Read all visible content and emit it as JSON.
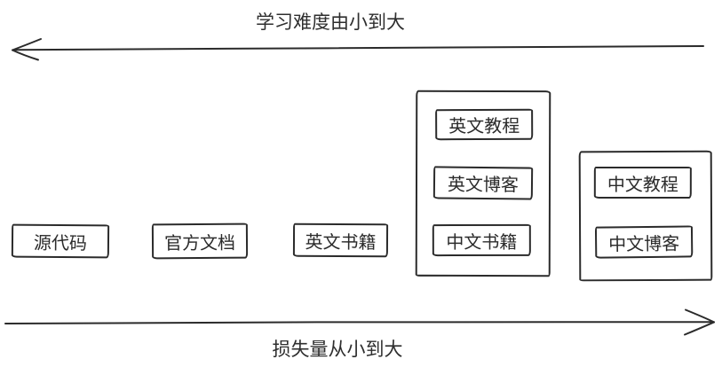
{
  "axes": {
    "top": {
      "label": "学习难度由小到大",
      "direction": "left"
    },
    "bottom": {
      "label": "损失量从小到大",
      "direction": "right"
    }
  },
  "boxes": [
    {
      "label": "源代码"
    },
    {
      "label": "官方文档"
    },
    {
      "label": "英文书籍"
    }
  ],
  "groups": [
    {
      "name": "english-and-chinese-books-group",
      "items": [
        {
          "label": "英文教程"
        },
        {
          "label": "英文博客"
        },
        {
          "label": "中文书籍"
        }
      ]
    },
    {
      "name": "chinese-resources-group",
      "items": [
        {
          "label": "中文教程"
        },
        {
          "label": "中文博客"
        }
      ]
    }
  ],
  "colors": {
    "stroke": "#2b2b2b",
    "background": "#ffffff"
  }
}
